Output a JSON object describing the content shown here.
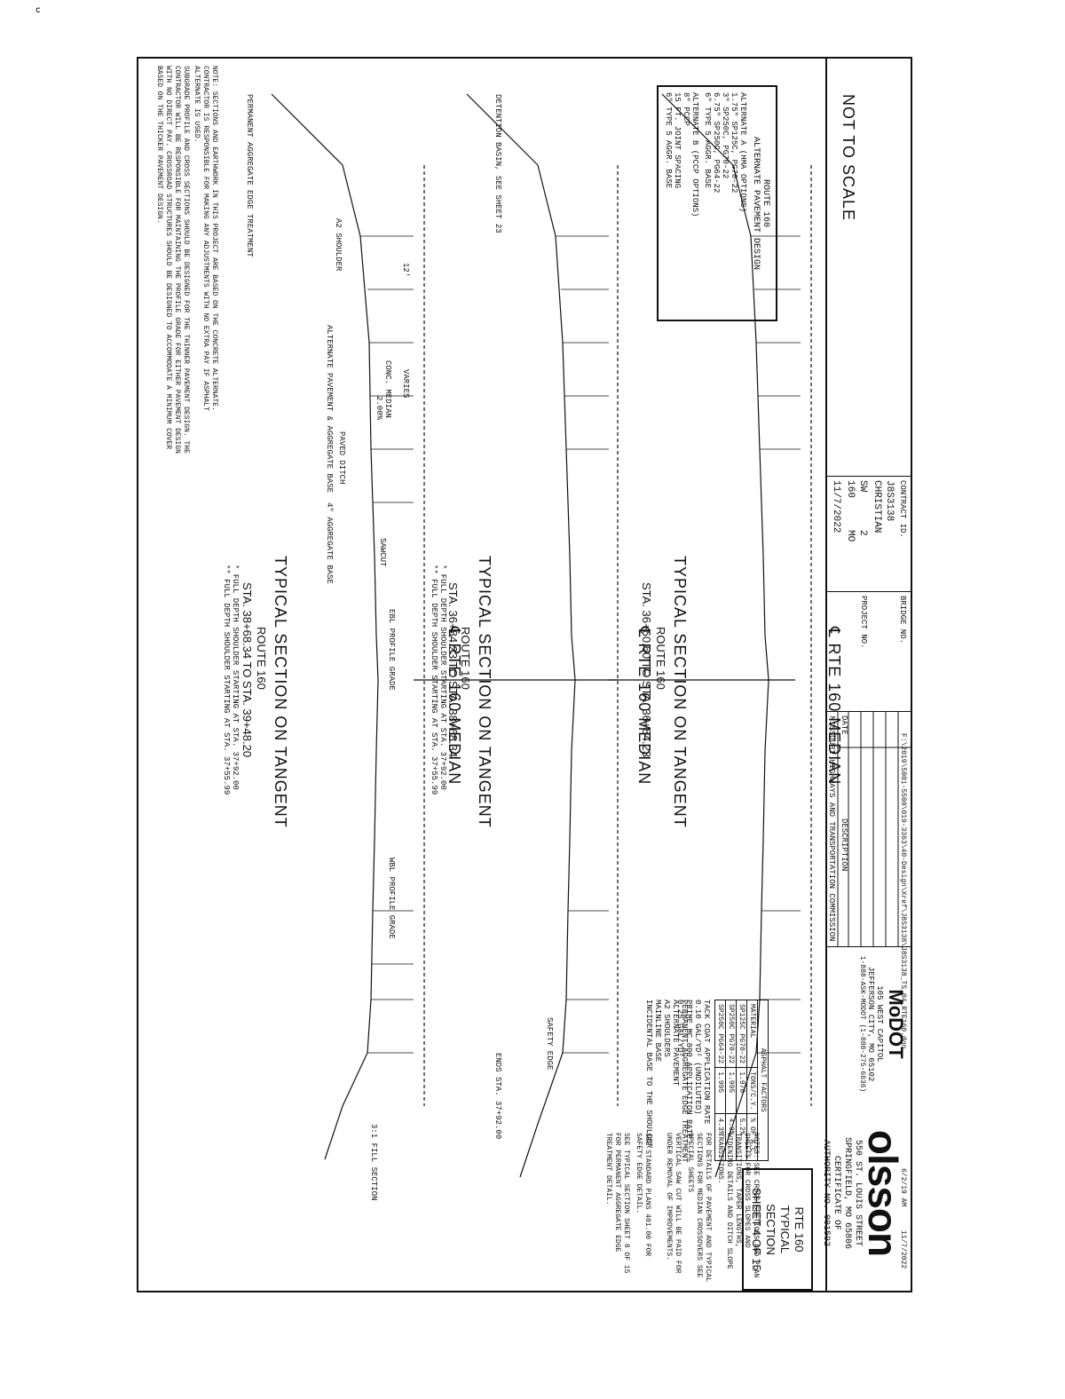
{
  "firm": {
    "logo": "olsson",
    "address1": "550 ST. LOUIS STREET",
    "address2": "SPRINGFIELD, MO 65806",
    "cert1": "CERTIFICATE OF",
    "cert2": "AUTHORITY NO. 001592"
  },
  "agency": {
    "name": "MoDOT",
    "commission": "MISSOURI HIGHWAYS AND TRANSPORTATION COMMISSION",
    "addr1": "105 WEST CAPITOL",
    "addr2": "JEFFERSON CITY, MO 65102",
    "phone": "1-888-ASK-MODOT (1-888-275-6636)",
    "date_col": "DATE",
    "desc_col": "DESCRIPTION"
  },
  "info": {
    "date": "11/7/2022",
    "route": "160",
    "state": "MO",
    "district": "SW",
    "sheet_no": "2",
    "county": "CHRISTIAN",
    "job_no": "J8S3138",
    "contract_id": "CONTRACT ID.",
    "project_no": "PROJECT NO.",
    "bridge_no": "BRIDGE NO."
  },
  "sheet_title": {
    "line1": "RTE 160",
    "line2": "TYPICAL SECTION",
    "line3": "SHEET 4 OF 15"
  },
  "not_to_scale": "NOT TO SCALE",
  "notes": {
    "note1": "NOTE: SECTIONS AND EARTHWORK IN THIS PROJECT ARE BASED ON THE CONCRETE ALTERNATE. CONTRACTOR IS RESPONSIBLE FOR MAKING ANY ADJUSTMENTS WITH NO EXTRA PAY IF ASPHALT ALTERNATE IS USED.",
    "note2": "SUBGRADE PROFILE AND CROSS SECTIONS SHOULD BE DESIGNED FOR THE THINNER PAVEMENT DESIGN. THE CONTRACTOR WILL BE RESPONSIBLE FOR MAINTAINING THE PROFILE GRADE FOR EITHER PAVEMENT DESIGN WITH NO DIRECT PAY. CROSSROAD STRUCTURES SHOULD BE DESIGNED TO ACCOMMODATE A MINIMUM COVER BASED ON THE THICKER PAVEMENT DESIGN.",
    "right1": "NOTES: SEE CROSS SECTIONS AND PLAN SHEETS FOR CROSS SLOPES AND TRANSITIONS, TAPER LENGTHS, WIDENING DETAILS AND DITCH SLOPE TRANSITIONS.",
    "right2": "FOR DETAILS OF PAVEMENT AND TYPICAL SECTIONS FOR MEDIAN CROSSOVERS SEE SPECIAL SHEETS",
    "right3": "VERTICAL SAW CUT WILL BE PAID FOR UNDER REMOVAL OF IMPROVEMENTS.",
    "right4": "SEE STANDARD PLANS 401.00 FOR SAFETY EDGE DETAIL.",
    "right5": "SEE TYPICAL SECTION SHEET 8 OF 15 FOR PERMANENT AGGREGATE EDGE TREATMENT DETAIL."
  },
  "asphalt_factors": {
    "title": "ASPHALT FACTORS",
    "headers": [
      "MATERIAL",
      "TONS/C.Y.",
      "% OF A.C."
    ],
    "rows": [
      [
        "SP125C PG70-22",
        "1.970",
        "5.2%"
      ],
      [
        "SP250C PG70-22",
        "1.995",
        "4.3%"
      ],
      [
        "SP250C PG64-22",
        "1.995",
        "4.3%"
      ]
    ]
  },
  "rates": {
    "tack_title": "TACK COAT APPLICATION RATE",
    "tack_rate": "0.10 GAL/YD² (UNDILUTED)",
    "prime_title": "PRIME MC 800 APPLICATION RATE",
    "prime_rate": "0.25 GAL/YD²"
  },
  "legend": [
    "PERMANENT AGGREGATE EDGE TREATMENT",
    "ALTERNATE PAVEMENT",
    "A2 SHOULDERS",
    "MAINLINE BASE",
    "INCIDENTAL BASE TO THE SHOULDER"
  ],
  "sections": [
    {
      "median": "℄ RTE 160 MEDIAN",
      "title": "TYPICAL SECTION ON TANGENT",
      "route": "ROUTE 160",
      "sta": "STA. 38+68.34 TO STA. 39+48.20",
      "fn1": "* FULL DEPTH SHOULDER STARTING AT STA. 37+92.00",
      "fn2": "** FULL DEPTH SHOULDER STARTING AT STA. 37+55.99"
    },
    {
      "median": "℄ RTE 160 MEDIAN",
      "title": "TYPICAL SECTION ON TANGENT",
      "route": "ROUTE 160",
      "sta": "STA. 36+84.23 TO STA. 38+68.34",
      "fn1": "* FULL DEPTH SHOULDER STARTING AT STA. 37+92.00",
      "fn2": "** FULL DEPTH SHOULDER STARTING AT STA. 37+55.99"
    },
    {
      "median": "℄ RTE 160 MEDIAN",
      "title": "TYPICAL SECTION ON TANGENT",
      "route": "ROUTE 160",
      "sta": "STA. 36+60.60 TO STA. 36+84.23",
      "fn1": "",
      "fn2": ""
    }
  ],
  "callouts": {
    "perm_agg": "PERMANENT AGGREGATE EDGE TREATMENT",
    "a2": "A2 SHOULDER",
    "alt_pav": "ALTERNATE PAVEMENT & AGGREGATE BASE",
    "paved_ditch": "PAVED DITCH",
    "agg4": "4\" AGGREGATE BASE",
    "sawcut": "SAWCUT",
    "detention": "DETENTION BASIN, SEE SHEET 23",
    "safety_edge": "SAFETY EDGE",
    "ends": "ENDS STA. 37+92.00",
    "fill": "3:1 FILL SECTION",
    "prof_grade": "EBL PROFILE GRADE",
    "wbl_grade": "WBL PROFILE GRADE",
    "cross": "2.00%",
    "lane": "12'",
    "varies": "VARIES",
    "conc_median": "CONC. MEDIAN"
  },
  "pavement_box": {
    "title1": "ROUTE 160",
    "title2": "ALTERNATE PAVEMENT DESIGN",
    "alt_a": "ALTERNATE A (HMA OPTIONS)",
    "alt_b": "ALTERNATE B (PCCP OPTIONS)",
    "a1": "1.75\" SP125C, PG70-22",
    "a2": "3\" SP250C, PG70-22",
    "a3": "6.75\" SP250C, PG64-22",
    "a4": "6\" TYPE 5 AGGR. BASE",
    "b1": "8\" PCCP",
    "b2": "15 FT. JOINT SPACING",
    "b3": "6\" TYPE 5 AGGR. BASE"
  },
  "footer_path": "F:\\2019\\5001-5500\\019-3363\\40-Design\\Xref\\J8S3138\\J8S3138_TS_04_RTE160.dgn",
  "footer_time": "6/2/19  AM",
  "footer_date": "11/7/2022"
}
